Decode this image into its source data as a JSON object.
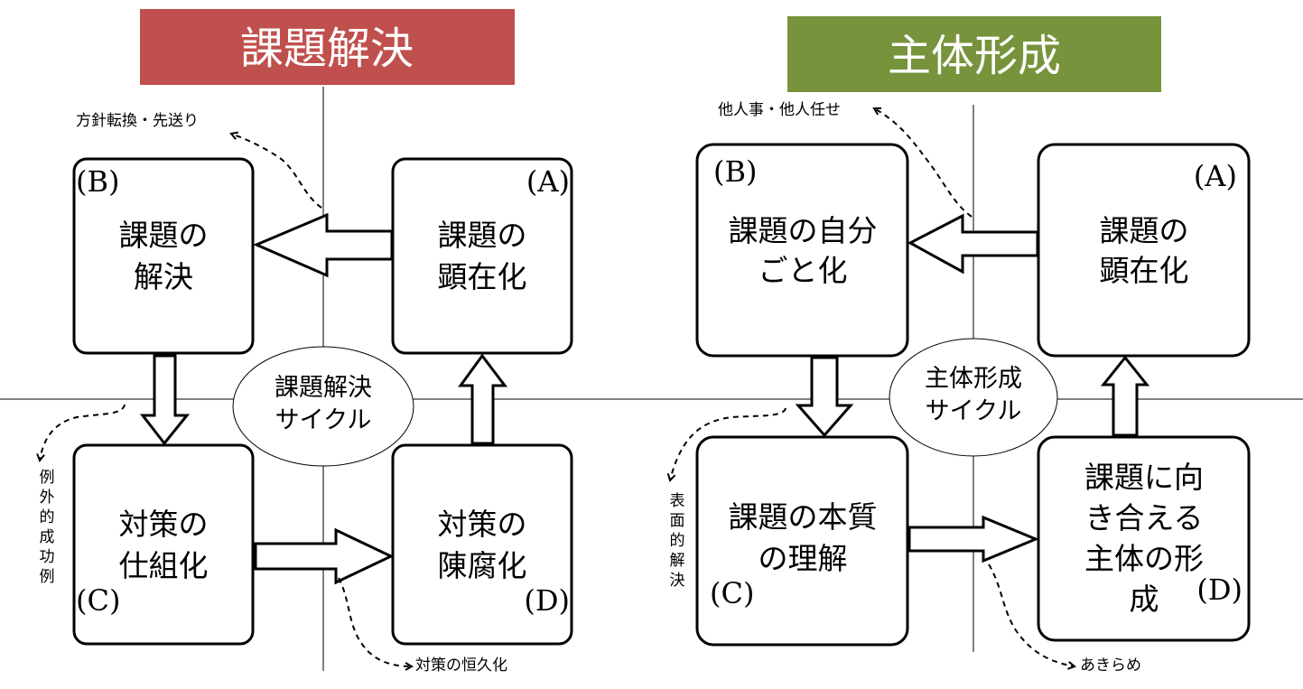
{
  "left": {
    "title": "課題解決",
    "title_color": "#c0504d",
    "box_a": {
      "letter": "(A)",
      "lines": [
        "課題の",
        "顕在化"
      ]
    },
    "box_b": {
      "letter": "(B)",
      "lines": [
        "課題の",
        "解決"
      ]
    },
    "box_c": {
      "letter": "(C)",
      "lines": [
        "対策の",
        "仕組化"
      ]
    },
    "box_d": {
      "letter": "(D)",
      "lines": [
        "対策の",
        "陳腐化"
      ]
    },
    "cycle": [
      "課題解決",
      "サイクル"
    ],
    "note_top": "方針転換・先送り",
    "note_left": "例外的成功例",
    "note_bottom": "対策の恒久化"
  },
  "right": {
    "title": "主体形成",
    "title_color": "#77933c",
    "box_a": {
      "letter": "(A)",
      "lines": [
        "課題の",
        "顕在化"
      ]
    },
    "box_b": {
      "letter": "(B)",
      "lines": [
        "課題の自分",
        "ごと化"
      ]
    },
    "box_c": {
      "letter": "(C)",
      "lines": [
        "課題の本質",
        "の理解"
      ]
    },
    "box_d": {
      "letter": "(D)",
      "lines": [
        "課題に向",
        "き合える",
        "主体の形",
        "成"
      ]
    },
    "cycle": [
      "主体形成",
      "サイクル"
    ],
    "note_top": "他人事・他人任せ",
    "note_left": "表面的解決",
    "note_bottom": "あきらめ"
  }
}
